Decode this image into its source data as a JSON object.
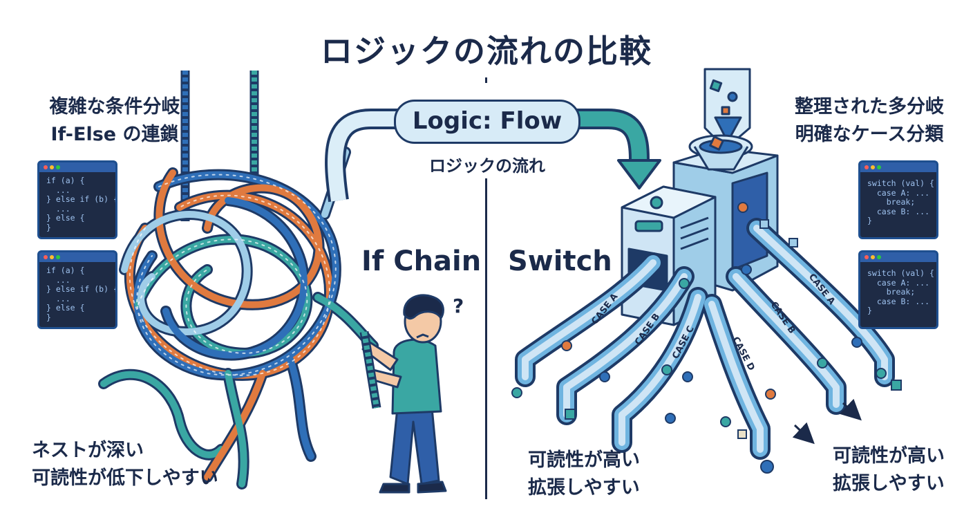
{
  "title": "ロジックの流れの比較",
  "center": {
    "pill": "Logic: Flow",
    "subtitle": "ロジックの流れ"
  },
  "left": {
    "heading_line1": "複雑な条件分岐",
    "heading_line2": "If-Else の連鎖",
    "label": "If Chain",
    "bottom_line1": "ネストが深い",
    "bottom_line2": "可読性が低下しやすい",
    "question_mark": "?",
    "code_blocks": [
      {
        "lines": [
          "if (a) {",
          "  ...",
          "} else if (b) {",
          "  ...",
          "} else {",
          "}"
        ]
      },
      {
        "lines": [
          "if (a) {",
          "  ...",
          "} else if (b) {",
          "  ...",
          "} else {",
          "}"
        ]
      }
    ]
  },
  "right": {
    "heading_line1": "整理された多分岐",
    "heading_line2": "明確なケース分類",
    "label": "Switch",
    "bottom_mid_line1": "可読性が高い",
    "bottom_mid_line2": "拡張しやすい",
    "bottom_right_line1": "可読性が高い",
    "bottom_right_line2": "拡張しやすい",
    "chutes": [
      "CASE A",
      "CASE B",
      "CASE C",
      "CASE D",
      "CASE B",
      "CASE A"
    ],
    "code_blocks": [
      {
        "lines": [
          "switch (val) {",
          "  case A: ...",
          "    break;",
          "  case B: ...",
          "}"
        ]
      },
      {
        "lines": [
          "switch (val) {",
          "  case A: ...",
          "    break;",
          "  case B: ...",
          "}"
        ]
      }
    ]
  },
  "colors": {
    "navy": "#1b2a4a",
    "blue": "#2f6fb8",
    "teal": "#3aa7a3",
    "orange": "#e07a3f",
    "light_blue": "#cfe5f5",
    "dot_red": "#ff5f57",
    "dot_yellow": "#febc2e",
    "dot_green": "#28c840"
  }
}
